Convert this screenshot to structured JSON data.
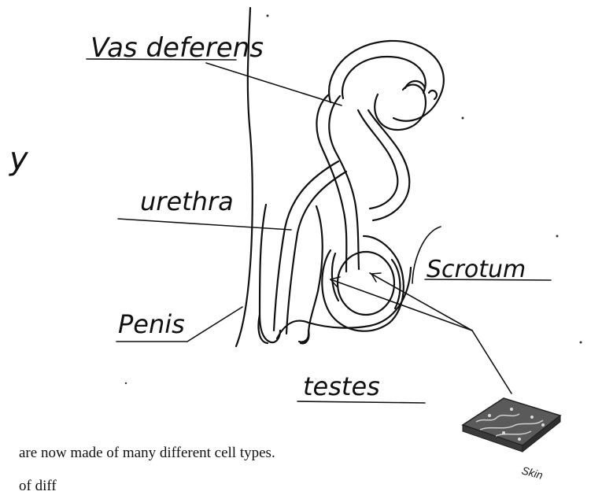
{
  "labels": {
    "vas_deferens": "Vas deferens",
    "urethra": "urethra",
    "scrotum": "Scrotum",
    "penis": "Penis",
    "testes": "testes",
    "margin_mark": "y"
  },
  "skin_caption": "Skin",
  "printed_text": {
    "line1": "are now made of many different cell types.",
    "line2": "of diff"
  }
}
